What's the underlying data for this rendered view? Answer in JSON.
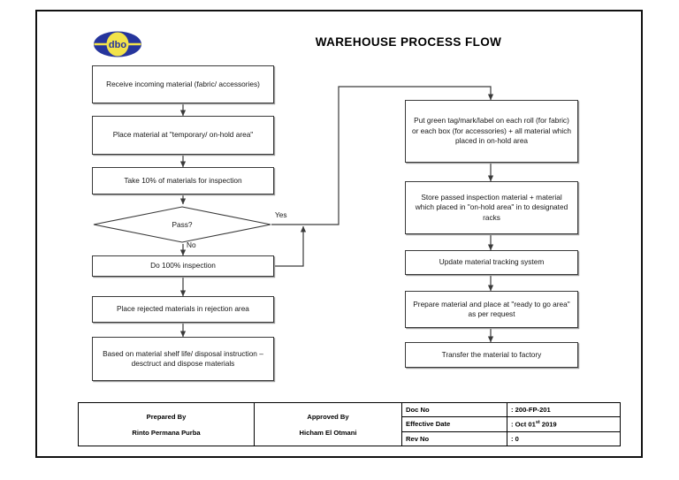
{
  "document": {
    "title": "WAREHOUSE PROCESS FLOW",
    "logo_name": "dbo-logo",
    "logo_colors": {
      "ring": "#26359c",
      "center": "#f2e34a",
      "text": "#26359c"
    }
  },
  "flow": {
    "left_column": [
      {
        "id": "receive",
        "label": "Receive incoming material (fabric/ accessories)"
      },
      {
        "id": "temporary",
        "label": "Place material at \"temporary/ on-hold area\""
      },
      {
        "id": "take10",
        "label": "Take 10% of materials for inspection"
      },
      {
        "id": "inspect100",
        "label": "Do 100% inspection"
      },
      {
        "id": "rejected",
        "label": "Place rejected materials in rejection area"
      },
      {
        "id": "dispose",
        "label": "Based on material shelf life/ disposal instruction – desctruct and dispose materials"
      }
    ],
    "decision": {
      "id": "pass",
      "label": "Pass?",
      "yes_label": "Yes",
      "no_label": "No"
    },
    "right_column": [
      {
        "id": "greentag",
        "label": "Put green tag/mark/label on each roll (for fabric) or each box (for accessories) + all material which placed in on-hold area"
      },
      {
        "id": "store",
        "label": "Store passed inspection material + material which placed in \"on-hold area\" in to designated racks"
      },
      {
        "id": "update",
        "label": "Update material tracking system"
      },
      {
        "id": "prepare",
        "label": "Prepare material and place at \"ready to go area\" as per request"
      },
      {
        "id": "transfer",
        "label": "Transfer the material to factory"
      }
    ]
  },
  "footer": {
    "prepared_by_label": "Prepared By",
    "prepared_by_name": "Rinto Permana Purba",
    "approved_by_label": "Approved By",
    "approved_by_name": "Hicham El Otmani",
    "rows": [
      {
        "key": "Doc No",
        "value": ": 200-FP-201"
      },
      {
        "key": "Effective Date",
        "value": ": Oct 01",
        "sup": "st",
        "value_tail": "  2019"
      },
      {
        "key": "Rev No",
        "value": ": 0"
      }
    ]
  }
}
